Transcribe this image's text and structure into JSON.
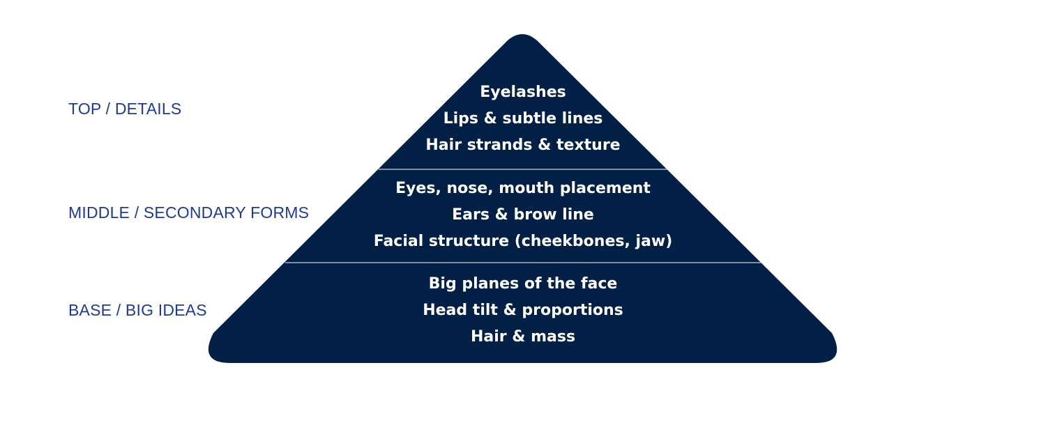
{
  "colors": {
    "pyramid_fill": "#021f45",
    "divider": "#c8d2e0",
    "label_text": "#1f3a8f",
    "tier_text": "#ffffff"
  },
  "tiers": [
    {
      "label": "TOP / DETAILS",
      "items": [
        "Eyelashes",
        "Lips & subtle lines",
        "Hair strands & texture"
      ]
    },
    {
      "label": "MIDDLE / SECONDARY FORMS",
      "items": [
        "Eyes, nose, mouth placement",
        "Ears & brow line",
        "Facial structure (cheekbones, jaw)"
      ]
    },
    {
      "label": "BASE / BIG IDEAS",
      "items": [
        "Big planes of the face",
        "Head tilt & proportions",
        "Hair & mass"
      ]
    }
  ]
}
